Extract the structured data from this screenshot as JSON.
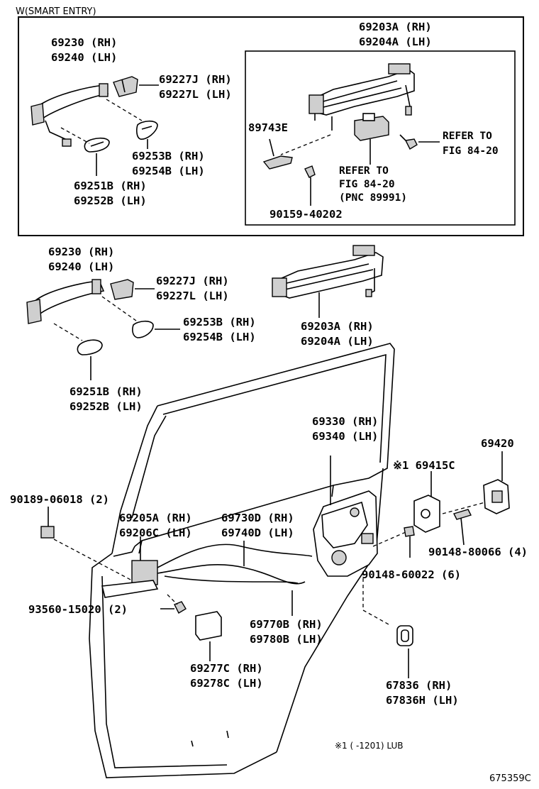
{
  "header": {
    "title": "W(SMART ENTRY)"
  },
  "footer": {
    "note": "※1 (   -1201) LUB",
    "figure_id": "675359C"
  },
  "labels": {
    "handle_top": [
      "69230 (RH)",
      "69240 (LH)"
    ],
    "cover_top": [
      "69227J (RH)",
      "69227L (LH)"
    ],
    "frame_top": [
      "69203A (RH)",
      "69204A (LH)"
    ],
    "part_89743": [
      "89743E"
    ],
    "refer_a": [
      "REFER TO",
      "FIG 84-20"
    ],
    "refer_b": [
      "REFER TO",
      "FIG 84-20",
      "(PNC 89991)"
    ],
    "pad_inner_top": [
      "69253B (RH)",
      "69254B (LH)"
    ],
    "pad_outer_top": [
      "69251B (RH)",
      "69252B (LH)"
    ],
    "screw_top": [
      "90159-40202"
    ],
    "handle_mid": [
      "69230 (RH)",
      "69240 (LH)"
    ],
    "cover_mid": [
      "69227J (RH)",
      "69227L (LH)"
    ],
    "pad_inner_mid": [
      "69253B (RH)",
      "69254B (LH)"
    ],
    "frame_mid": [
      "69203A (RH)",
      "69204A (LH)"
    ],
    "pad_outer_mid": [
      "69251B (RH)",
      "69252B (LH)"
    ],
    "lock_assy": [
      "69330 (RH)",
      "69340 (LH)"
    ],
    "striker": [
      "69420"
    ],
    "striker_plate": [
      "※1 69415C"
    ],
    "clip": [
      "90189-06018 (2)"
    ],
    "inner_handle": [
      "69205A (RH)",
      "69206C (LH)"
    ],
    "cable_upper": [
      "69730D (RH)",
      "69740D (LH)"
    ],
    "screw_striker": [
      "90148-80066 (4)"
    ],
    "screw_lock": [
      "90148-60022 (6)"
    ],
    "bolt": [
      "93560-15020 (2)"
    ],
    "cable_lower": [
      "69770B (RH)",
      "69780B (LH)"
    ],
    "cover_lower": [
      "69277C (RH)",
      "69278C (LH)"
    ],
    "grommet": [
      "67836 (RH)",
      "67836H (LH)"
    ]
  }
}
